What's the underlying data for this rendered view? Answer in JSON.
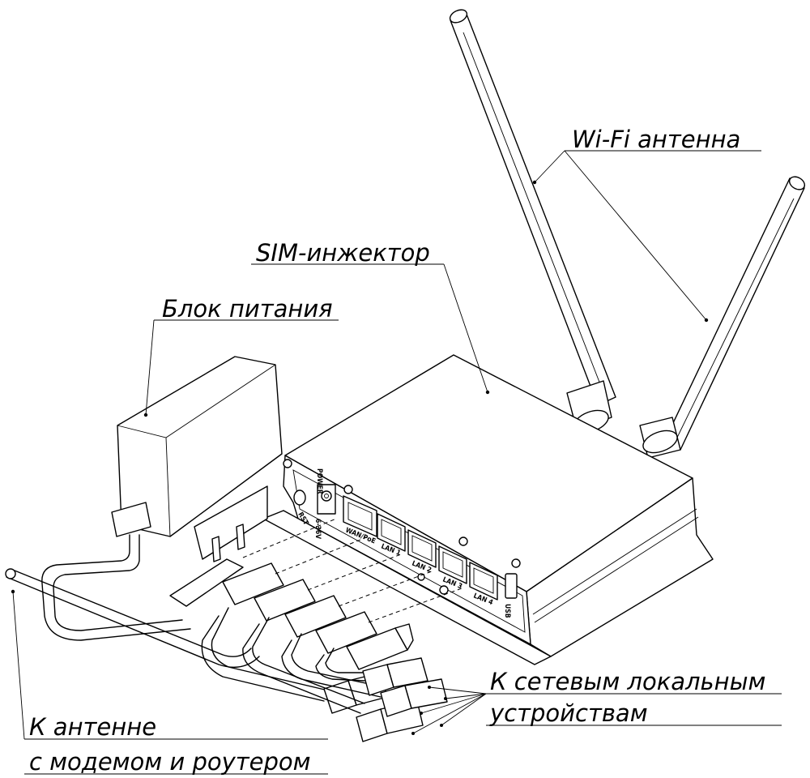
{
  "labels": {
    "wifi_antenna": "Wi-Fi антенна",
    "sim_injector": "SIM-инжектор",
    "power_supply": "Блок питания",
    "local_devices_line1": "К сетевым локальным",
    "local_devices_line2": "устройствам",
    "antenna_line1": "К антенне",
    "antenna_line2": "с модемом и роутером"
  },
  "device": {
    "power_label": "POWER",
    "rst_label": "RST",
    "voltage_label": "6-36V",
    "wan_label": "WAN/PoE",
    "lan_labels": [
      "LAN 1",
      "LAN 2",
      "LAN 3",
      "LAN 4"
    ],
    "usb_label": "USB"
  }
}
